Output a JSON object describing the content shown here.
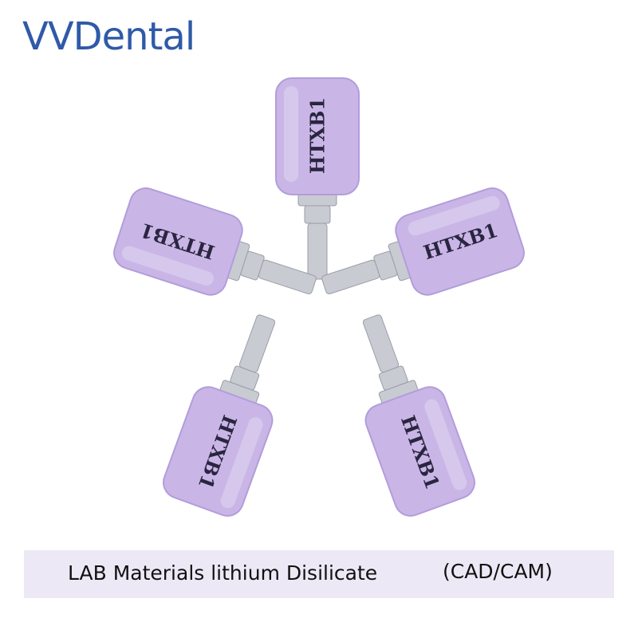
{
  "brand": {
    "logo_text": "VVDental",
    "logo_color": "#2f5aa8"
  },
  "product": {
    "block_label": "HTXB1",
    "block_color": "#c9b6e6",
    "block_shade": "#b29ddb",
    "mandrel_color": "#c8cbd2",
    "label_color": "#2a2540"
  },
  "caption": {
    "text": "LAB Materials lithium Disilicate",
    "tag": "(CAD/CAM)",
    "bar_color": "#ede8f6"
  }
}
